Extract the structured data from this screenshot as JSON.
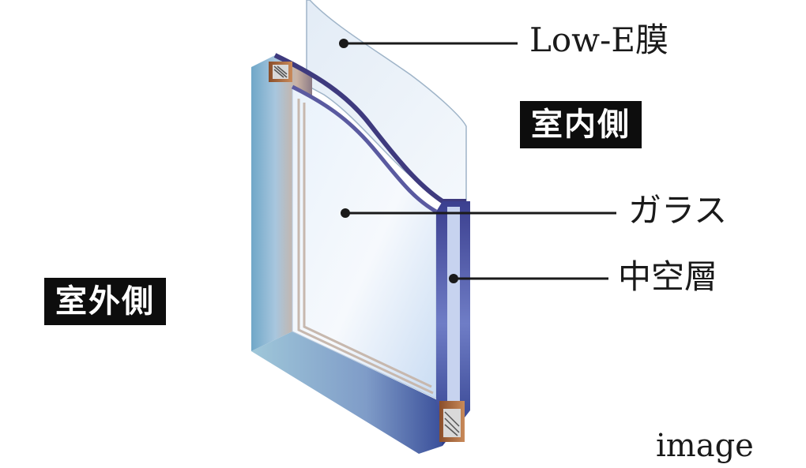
{
  "labels": {
    "low_e": "Low-E膜",
    "glass": "ガラス",
    "air_layer": "中空層",
    "indoor": "室内側",
    "outdoor": "室外側",
    "image_note": "image"
  },
  "colors": {
    "leader": "#1a1a1a",
    "tag_bg": "#0d0d0d",
    "tag_text": "#ffffff"
  }
}
